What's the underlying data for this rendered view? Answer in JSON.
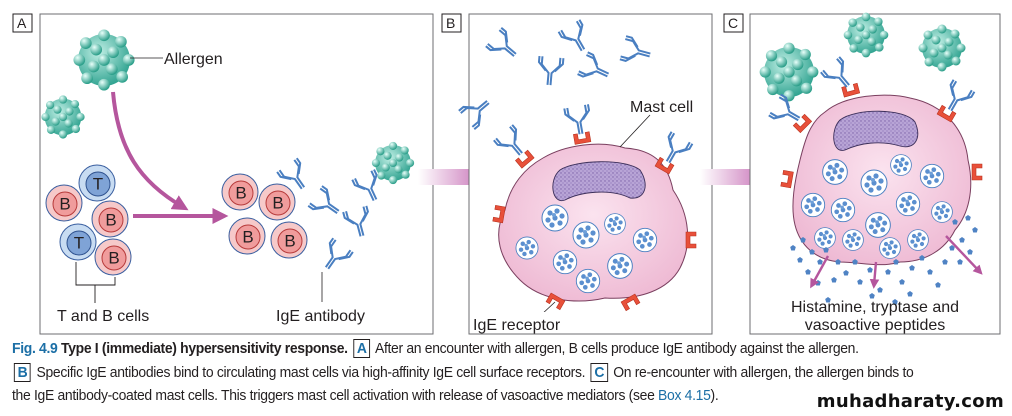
{
  "figure": {
    "panels": [
      {
        "id": "A",
        "tag": "A",
        "labels": {
          "allergen": "Allergen",
          "t_and_b_cells": "T and B cells",
          "ige_antibody": "IgE antibody"
        }
      },
      {
        "id": "B",
        "tag": "B",
        "labels": {
          "mast_cell": "Mast cell",
          "ige_receptor": "IgE receptor"
        }
      },
      {
        "id": "C",
        "tag": "C",
        "labels": {
          "mediators_line1": "Histamine, tryptase and",
          "mediators_line2": "vasoactive peptides"
        }
      }
    ],
    "cell_letters": {
      "t": "T",
      "b": "B"
    },
    "colors": {
      "allergen": "#3fb7a3",
      "antibody": "#4a7fc1",
      "receptor": "#e8503a",
      "mast_cell": "#f3c6dc",
      "nucleus": "#a58bc6",
      "arrow": "#b5569d",
      "b_cell": "#f2a9a9",
      "t_cell": "#8fb3e0"
    }
  },
  "caption": {
    "fig_number": "Fig. 4.9",
    "title": "Type I (immediate) hypersensitivity response.",
    "tag_a": "A",
    "text_a": "After an encounter with allergen, B cells produce IgE antibody against the allergen.",
    "tag_b": "B",
    "text_b": "Specific IgE antibodies bind to circulating mast cells via high-affinity IgE cell surface receptors.",
    "tag_c": "C",
    "text_c1": "On re-encounter with allergen, the allergen binds to",
    "text_c2": "the IgE antibody-coated mast cells. This triggers mast cell activation with release of vasoactive mediators (see",
    "xref": "Box 4.15",
    "text_end": ")."
  },
  "watermark": "muhadharaty.com"
}
